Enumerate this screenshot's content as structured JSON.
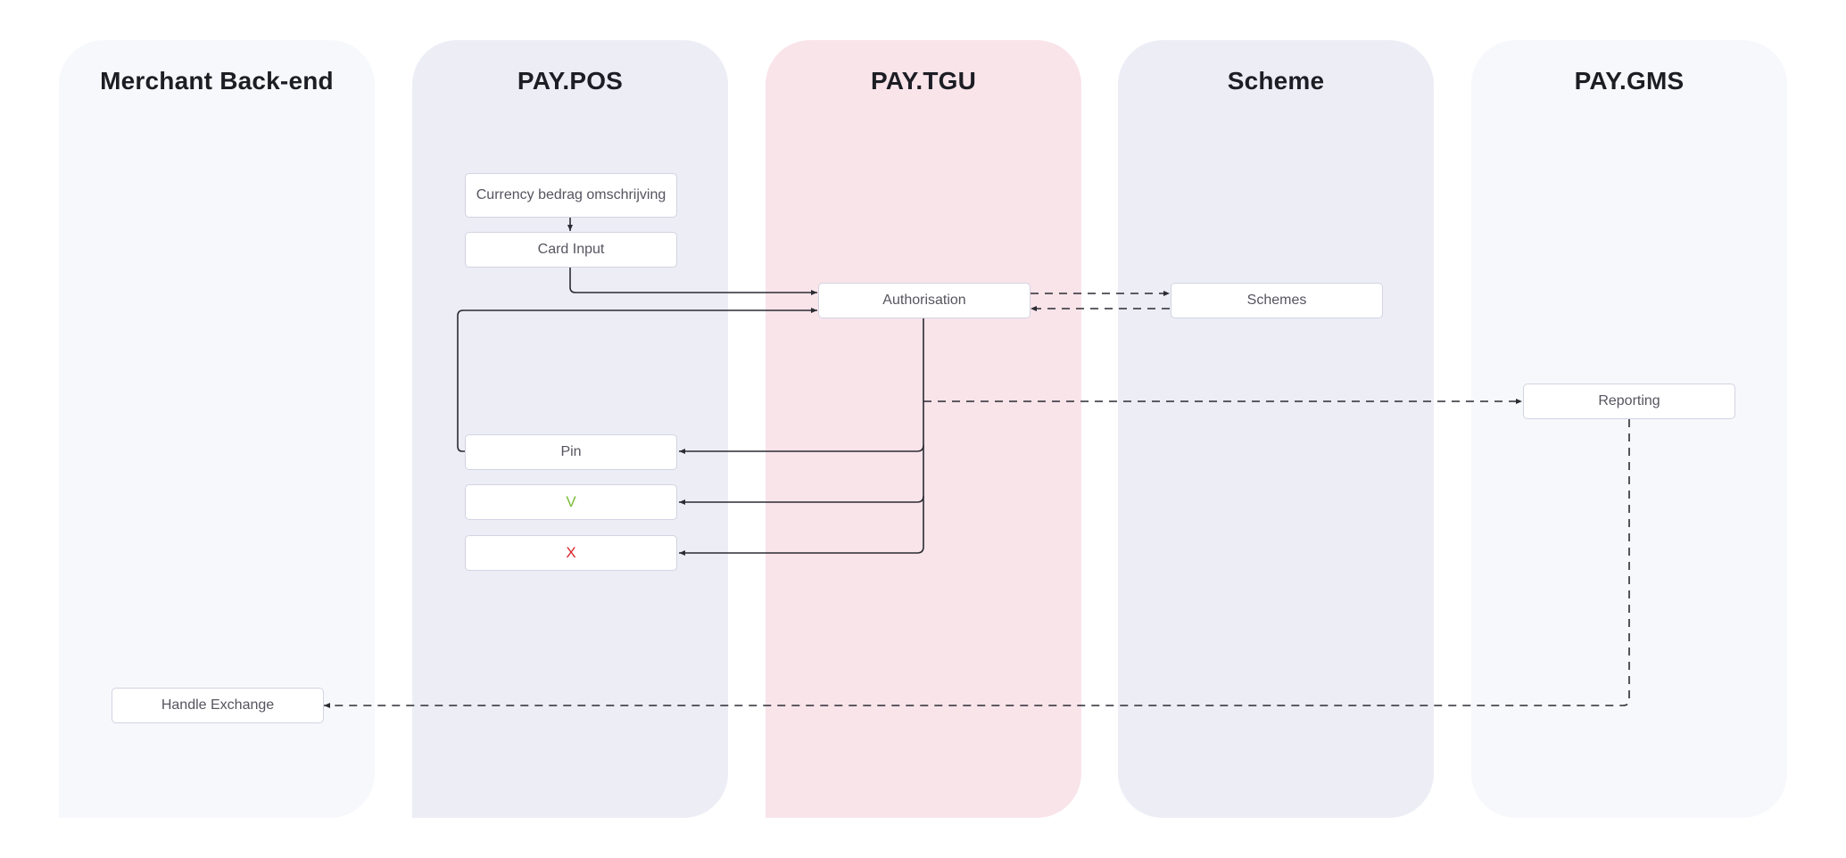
{
  "colors": {
    "lane_light": "#f7f8fc",
    "lane_lavender": "#ededf6",
    "lane_pink": "#f9e4ea",
    "node_border": "#d3d3e2",
    "connector": "#2b2b33",
    "ok_green": "#7bbd35",
    "fail_red": "#d8262d"
  },
  "lanes": [
    {
      "title": "Merchant Back-end"
    },
    {
      "title": "PAY.POS"
    },
    {
      "title": "PAY.TGU"
    },
    {
      "title": "Scheme"
    },
    {
      "title": "PAY.GMS"
    }
  ],
  "nodes": {
    "currency": "Currency bedrag omschrijving",
    "card_input": "Card Input",
    "authorisation": "Authorisation",
    "schemes": "Schemes",
    "reporting": "Reporting",
    "pin": "Pin",
    "approved": "V",
    "declined": "X",
    "handle_exchange": "Handle Exchange"
  }
}
